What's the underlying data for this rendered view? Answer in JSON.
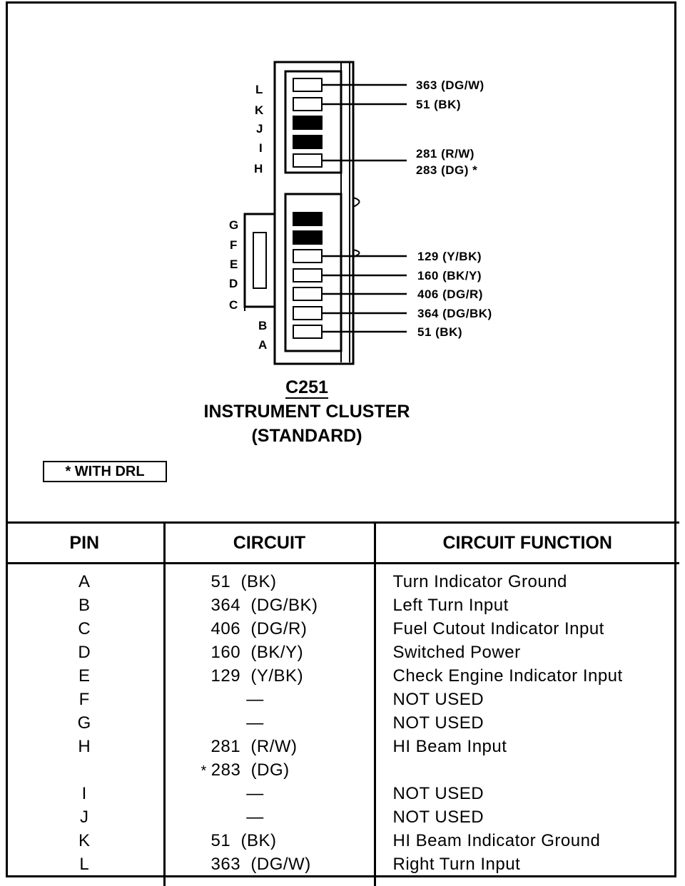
{
  "connector": {
    "id": "C251",
    "name": "INSTRUMENT CLUSTER",
    "variant": "(STANDARD)"
  },
  "legend": "* WITH DRL",
  "upper_pin_letters": [
    "L",
    "K",
    "J",
    "I",
    "H"
  ],
  "lower_pin_letters": [
    "G",
    "F",
    "E",
    "D",
    "C",
    "B",
    "A"
  ],
  "wire_labels": [
    "363 (DG/W)",
    "51 (BK)",
    "281 (R/W)",
    "283 (DG) *",
    "129 (Y/BK)",
    "160 (BK/Y)",
    "406 (DG/R)",
    "364 (DG/BK)",
    "51 (BK)"
  ],
  "table": {
    "headers": [
      "PIN",
      "CIRCUIT",
      "CIRCUIT FUNCTION"
    ],
    "rows": [
      {
        "pin": "A",
        "circuit": "51  (BK)",
        "function": "Turn Indicator Ground"
      },
      {
        "pin": "B",
        "circuit": "364  (DG/BK)",
        "function": "Left Turn Input"
      },
      {
        "pin": "C",
        "circuit": "406  (DG/R)",
        "function": "Fuel Cutout Indicator Input"
      },
      {
        "pin": "D",
        "circuit": "160  (BK/Y)",
        "function": "Switched Power"
      },
      {
        "pin": "E",
        "circuit": "129  (Y/BK)",
        "function": "Check Engine Indicator Input"
      },
      {
        "pin": "F",
        "circuit": "—",
        "function": "NOT USED"
      },
      {
        "pin": "G",
        "circuit": "—",
        "function": "NOT USED"
      },
      {
        "pin": "H",
        "circuit": "281  (R/W)",
        "function": "HI Beam Input"
      },
      {
        "pin": "",
        "circuit_star": "*",
        "circuit": "283  (DG)",
        "function": ""
      },
      {
        "pin": "I",
        "circuit": "—",
        "function": "NOT USED"
      },
      {
        "pin": "J",
        "circuit": "—",
        "function": "NOT USED"
      },
      {
        "pin": "K",
        "circuit": "51  (BK)",
        "function": "HI Beam Indicator Ground"
      },
      {
        "pin": "L",
        "circuit": "363  (DG/W)",
        "function": "Right Turn Input"
      }
    ]
  }
}
